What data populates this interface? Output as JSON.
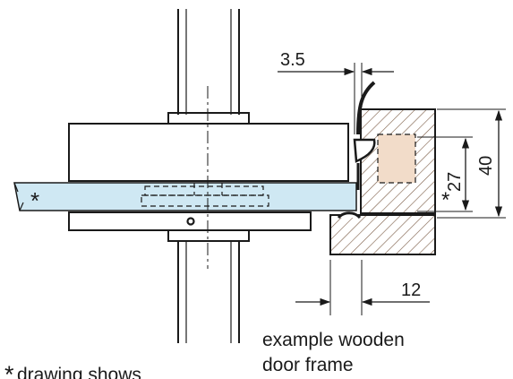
{
  "dimensions": {
    "gap": "3.5",
    "height_total": "40",
    "height_inner": "27",
    "width_frame": "12"
  },
  "markers": {
    "glass_star": "*",
    "inner_star": "*"
  },
  "captions": {
    "frame_line1": "example wooden",
    "frame_line2": "door frame",
    "footnote": "drawing shows",
    "footnote_star": "*"
  },
  "colors": {
    "glass": "#cfe8f3",
    "recess": "#f2dcc9",
    "hatch": "#7a5a44",
    "line": "#1a1a1a"
  }
}
